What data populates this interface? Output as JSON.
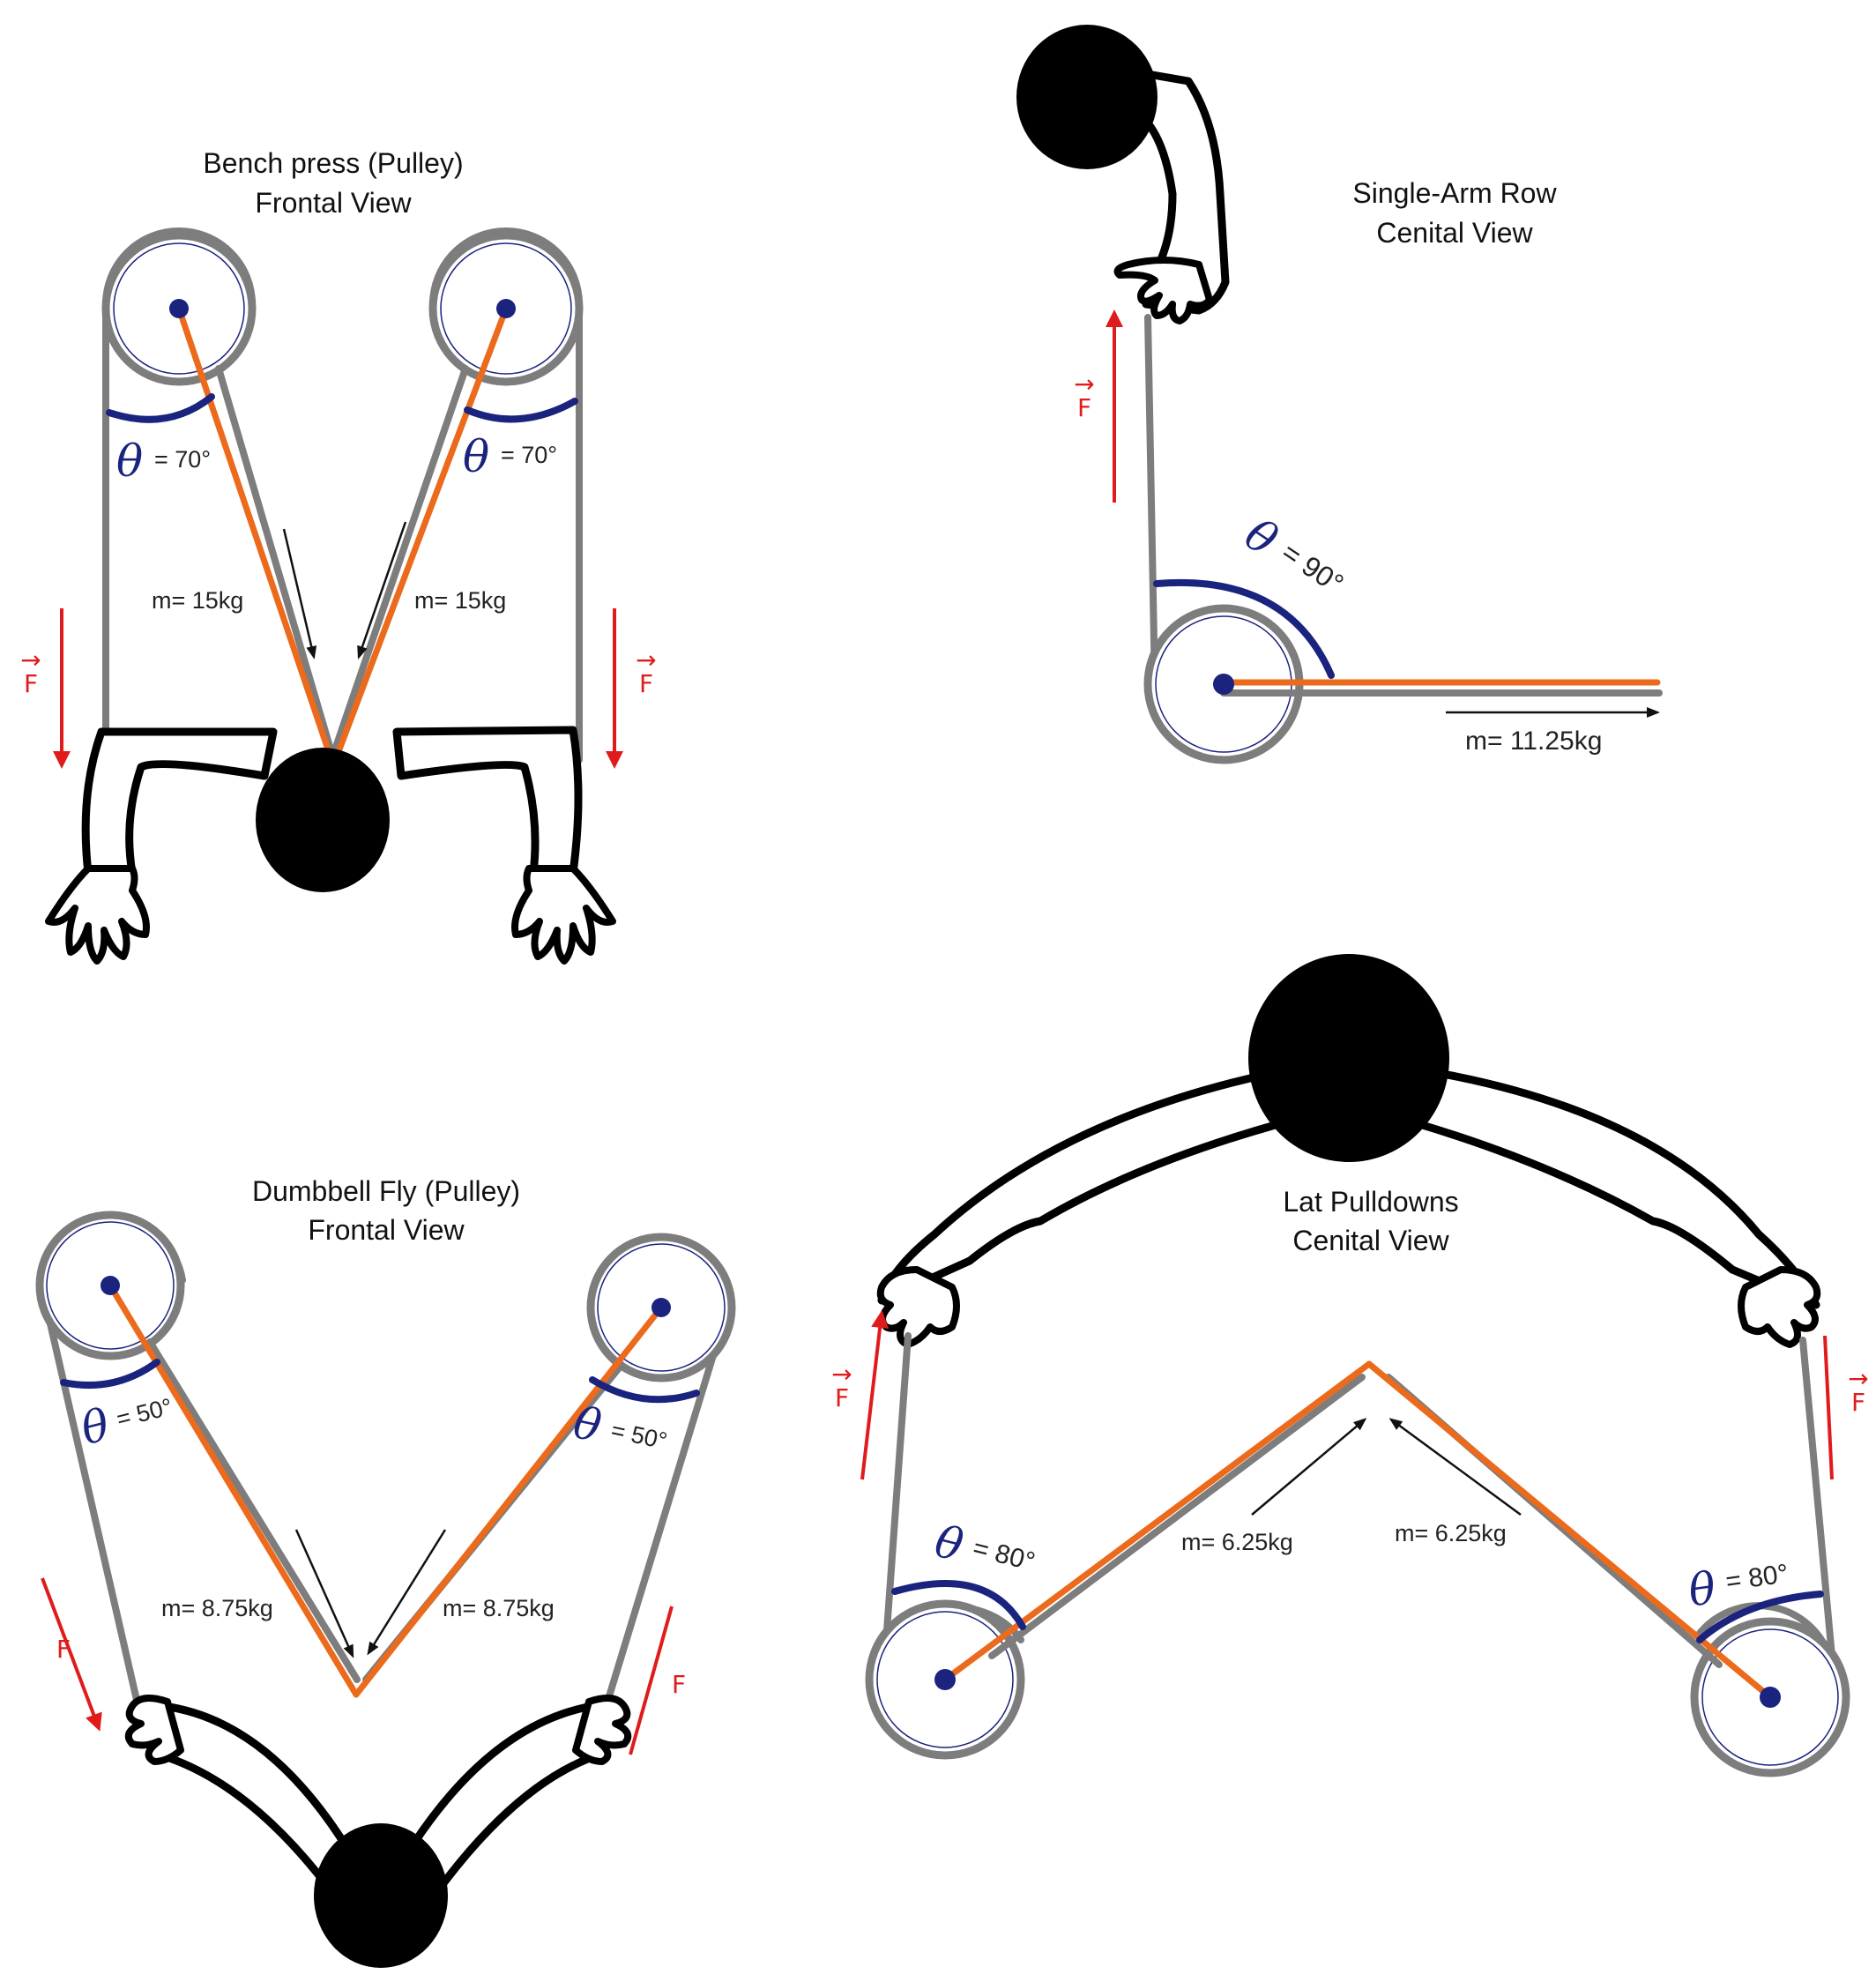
{
  "panels": {
    "bench": {
      "title_line1": "Bench press (Pulley)",
      "title_line2": "Frontal View",
      "left_angle": "= 70°",
      "right_angle": "= 70°",
      "left_mass": "m= 15kg",
      "right_mass": "m= 15kg",
      "force_left": "F",
      "force_right": "F"
    },
    "row": {
      "title_line1": "Single-Arm Row",
      "title_line2": "Cenital View",
      "angle": "= 90°",
      "mass": "m= 11.25kg",
      "force": "F"
    },
    "fly": {
      "title_line1": "Dumbbell Fly (Pulley)",
      "title_line2": "Frontal View",
      "left_angle": "= 50°",
      "right_angle": "= 50°",
      "left_mass": "m= 8.75kg",
      "right_mass": "m= 8.75kg",
      "force_left": "F",
      "force_right": "F"
    },
    "lat": {
      "title_line1": "Lat Pulldowns",
      "title_line2": "Cenital View",
      "left_angle": "= 80°",
      "right_angle": "= 80°",
      "left_mass": "m= 6.25kg",
      "right_mass": "m= 6.25kg",
      "force_left": "F",
      "force_right": "F"
    }
  },
  "symbols": {
    "theta": "θ"
  },
  "colors": {
    "cable": "#7d7d7d",
    "load_line": "#ec6a1c",
    "angle_arc": "#1a237e",
    "force_arrow": "#e01b1b"
  }
}
